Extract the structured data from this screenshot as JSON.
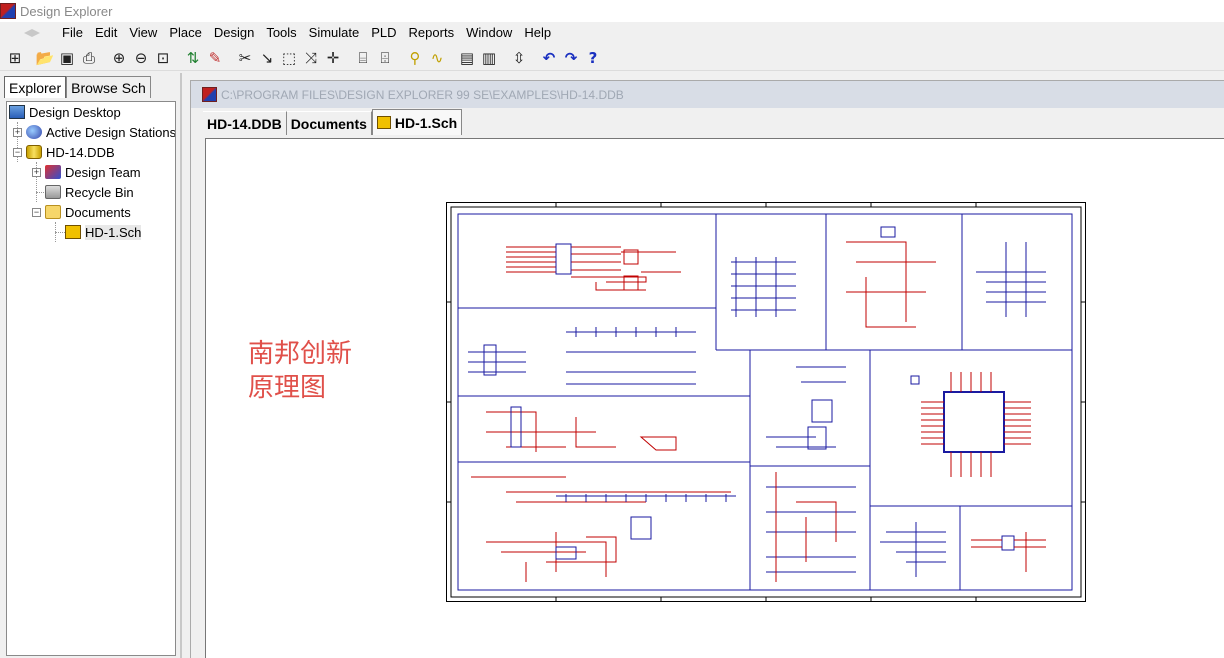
{
  "window": {
    "title": "Design Explorer"
  },
  "menu": {
    "items": [
      "File",
      "Edit",
      "View",
      "Place",
      "Design",
      "Tools",
      "Simulate",
      "PLD",
      "Reports",
      "Window",
      "Help"
    ]
  },
  "toolbar": {
    "buttons": [
      "tree-icon",
      "open-icon",
      "save-icon",
      "print-icon",
      "print-preview-icon",
      "zoom-in-icon",
      "zoom-out-icon",
      "zoom-fit-icon",
      "cross-probe-icon",
      "wire-tool-icon",
      "cut-icon",
      "bus-icon",
      "select-icon",
      "move-icon",
      "cross-icon",
      "library-icon",
      "browse-library-icon",
      "pin-tool-icon",
      "simulate-icon",
      "sheet-icon",
      "sheet-up-icon",
      "align-icon",
      "undo-icon",
      "redo-icon",
      "help-icon"
    ]
  },
  "explorer": {
    "tabs": [
      "Explorer",
      "Browse Sch"
    ],
    "tree": [
      {
        "label": "Design Desktop",
        "icon": "desktop-icon"
      },
      {
        "label": "Active Design Stations",
        "icon": "station-icon"
      },
      {
        "label": "HD-14.DDB",
        "icon": "database-icon"
      },
      {
        "label": "Design Team",
        "icon": "team-icon"
      },
      {
        "label": "Recycle Bin",
        "icon": "recycle-bin-icon"
      },
      {
        "label": "Documents",
        "icon": "folder-icon"
      },
      {
        "label": "HD-1.Sch",
        "icon": "schematic-icon"
      }
    ]
  },
  "document": {
    "path": "C:\\PROGRAM FILES\\DESIGN EXPLORER 99 SE\\EXAMPLES\\HD-14.DDB",
    "tabs": [
      "HD-14.DDB",
      "Documents",
      "HD-1.Sch"
    ],
    "active_tab": "HD-1.Sch"
  },
  "watermark": {
    "line1": "南邦创新",
    "line2": "原理图"
  },
  "colors": {
    "sheet_border": "#1a1aa0",
    "wire": "#c00000",
    "component": "#1a1aa0",
    "watermark": "#e0504a"
  }
}
